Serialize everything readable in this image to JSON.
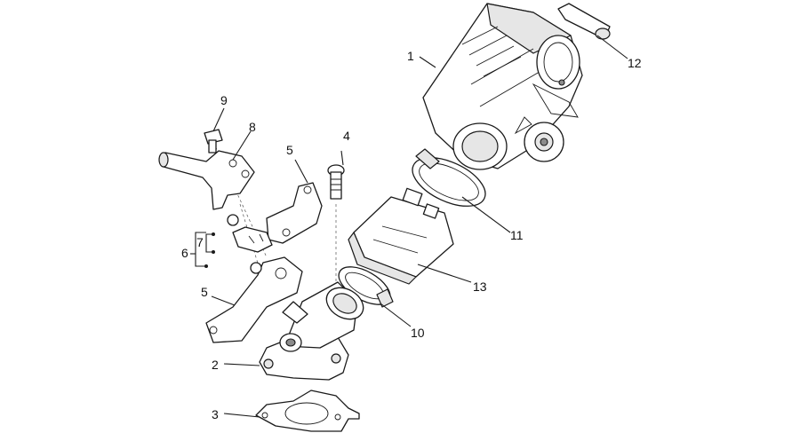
{
  "callouts": [
    {
      "id": "1",
      "text": "1"
    },
    {
      "id": "2",
      "text": "2"
    },
    {
      "id": "3",
      "text": "3"
    },
    {
      "id": "4",
      "text": "4"
    },
    {
      "id": "5a",
      "text": "5"
    },
    {
      "id": "5b",
      "text": "5"
    },
    {
      "id": "6",
      "text": "6"
    },
    {
      "id": "7",
      "text": "7"
    },
    {
      "id": "8",
      "text": "8"
    },
    {
      "id": "9",
      "text": "9"
    },
    {
      "id": "10",
      "text": "10"
    },
    {
      "id": "11",
      "text": "11"
    },
    {
      "id": "12",
      "text": "12"
    },
    {
      "id": "13",
      "text": "13"
    }
  ]
}
